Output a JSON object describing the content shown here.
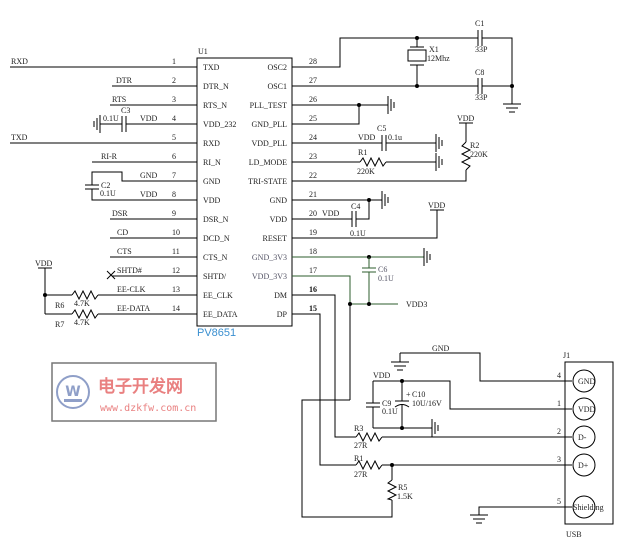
{
  "chip": {
    "ref": "U1",
    "part": "PV8651",
    "left_pins": [
      {
        "num": "1",
        "name": "TXD",
        "net": "RXD"
      },
      {
        "num": "2",
        "name": "DTR_N",
        "net": "DTR"
      },
      {
        "num": "3",
        "name": "RTS_N",
        "net": "RTS"
      },
      {
        "num": "4",
        "name": "VDD_232",
        "net": "VDD"
      },
      {
        "num": "5",
        "name": "RXD",
        "net": "TXD"
      },
      {
        "num": "6",
        "name": "RI_N",
        "net": "RI-R"
      },
      {
        "num": "7",
        "name": "GND",
        "net": "GND"
      },
      {
        "num": "8",
        "name": "VDD",
        "net": "VDD"
      },
      {
        "num": "9",
        "name": "DSR_N",
        "net": "DSR"
      },
      {
        "num": "10",
        "name": "DCD_N",
        "net": "CD"
      },
      {
        "num": "11",
        "name": "CTS_N",
        "net": "CTS"
      },
      {
        "num": "12",
        "name": "SHTD/",
        "net": "SHTD#"
      },
      {
        "num": "13",
        "name": "EE_CLK",
        "net": "EE-CLK"
      },
      {
        "num": "14",
        "name": "EE_DATA",
        "net": "EE-DATA"
      }
    ],
    "right_pins": [
      {
        "num": "28",
        "name": "OSC2"
      },
      {
        "num": "27",
        "name": "OSC1"
      },
      {
        "num": "26",
        "name": "PLL_TEST"
      },
      {
        "num": "25",
        "name": "GND_PLL"
      },
      {
        "num": "24",
        "name": "VDD_PLL"
      },
      {
        "num": "23",
        "name": "LD_MODE"
      },
      {
        "num": "22",
        "name": "TRI-STATE"
      },
      {
        "num": "21",
        "name": "GND"
      },
      {
        "num": "20",
        "name": "VDD"
      },
      {
        "num": "19",
        "name": "RESET"
      },
      {
        "num": "18",
        "name": "GND_3V3"
      },
      {
        "num": "17",
        "name": "VDD_3V3"
      },
      {
        "num": "16",
        "name": "DM"
      },
      {
        "num": "15",
        "name": "DP"
      }
    ]
  },
  "components": {
    "x1": {
      "ref": "X1",
      "value": "12Mhz"
    },
    "c1": {
      "ref": "C1",
      "value": "33P"
    },
    "c8": {
      "ref": "C8",
      "value": "33P"
    },
    "c3": {
      "ref": "C3",
      "value": "0.1U"
    },
    "c2": {
      "ref": "C2",
      "value": "0.1U"
    },
    "c5": {
      "ref": "C5",
      "value": "0.1u"
    },
    "r1": {
      "ref": "R1",
      "value": "220K"
    },
    "r2": {
      "ref": "R2",
      "value": "220K"
    },
    "c4": {
      "ref": "C4",
      "value": "0.1U"
    },
    "c6": {
      "ref": "C6",
      "value": "0.1U"
    },
    "r6": {
      "ref": "R6",
      "value": "4.7K"
    },
    "r7": {
      "ref": "R7",
      "value": "4.7K"
    },
    "c9": {
      "ref": "C9",
      "value": "0.1U"
    },
    "c10": {
      "ref": "C10",
      "value": "10U/16V",
      "polarity": "+"
    },
    "r3": {
      "ref": "R3",
      "value": "27R"
    },
    "r4": {
      "ref": "R1",
      "value": "27R"
    },
    "r5": {
      "ref": "R5",
      "value": "1.5K"
    }
  },
  "nets": {
    "vdd": "VDD",
    "gnd": "GND",
    "vdd3": "VDD3",
    "pin20_vdd": "VDD"
  },
  "connector": {
    "ref": "J1",
    "type": "USB",
    "pins": [
      {
        "num": "4",
        "name": "GND"
      },
      {
        "num": "1",
        "name": "VDD"
      },
      {
        "num": "2",
        "name": "D-"
      },
      {
        "num": "3",
        "name": "D+"
      },
      {
        "num": "5",
        "name": "Shielding"
      }
    ]
  },
  "watermark": {
    "title": "电子开发网",
    "url": "www.dzkfw.com.cn",
    "logo_letter": "W"
  }
}
